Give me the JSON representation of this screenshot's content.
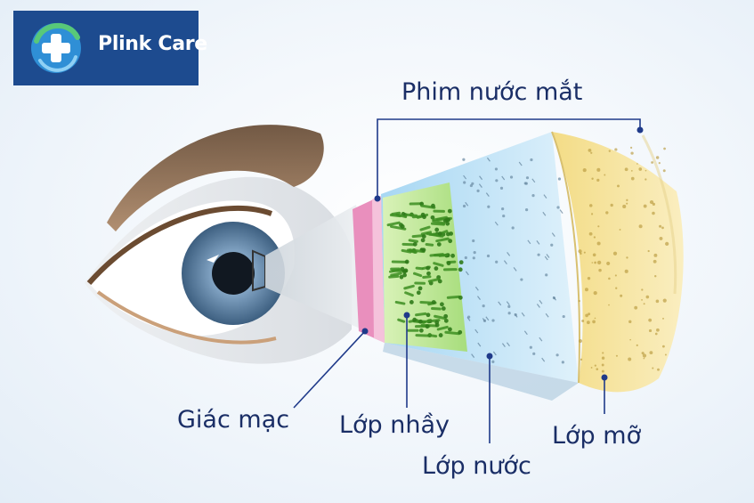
{
  "brand": {
    "name": "Plink Care",
    "icon": "medical-cross-icon"
  },
  "labels": {
    "tear_film": "Phim nước mắt",
    "cornea": "Giác mạc",
    "mucus_layer": "Lớp nhầy",
    "water_layer": "Lớp nước",
    "lipid_layer": "Lớp mỡ"
  },
  "colors": {
    "brand": "#1d4b8f",
    "label_text": "#1a2e66",
    "cornea": "#e98fbd",
    "mucus": "#6bbf3c",
    "aqueous": "#bfe2f6",
    "lipid": "#f6e39a"
  }
}
